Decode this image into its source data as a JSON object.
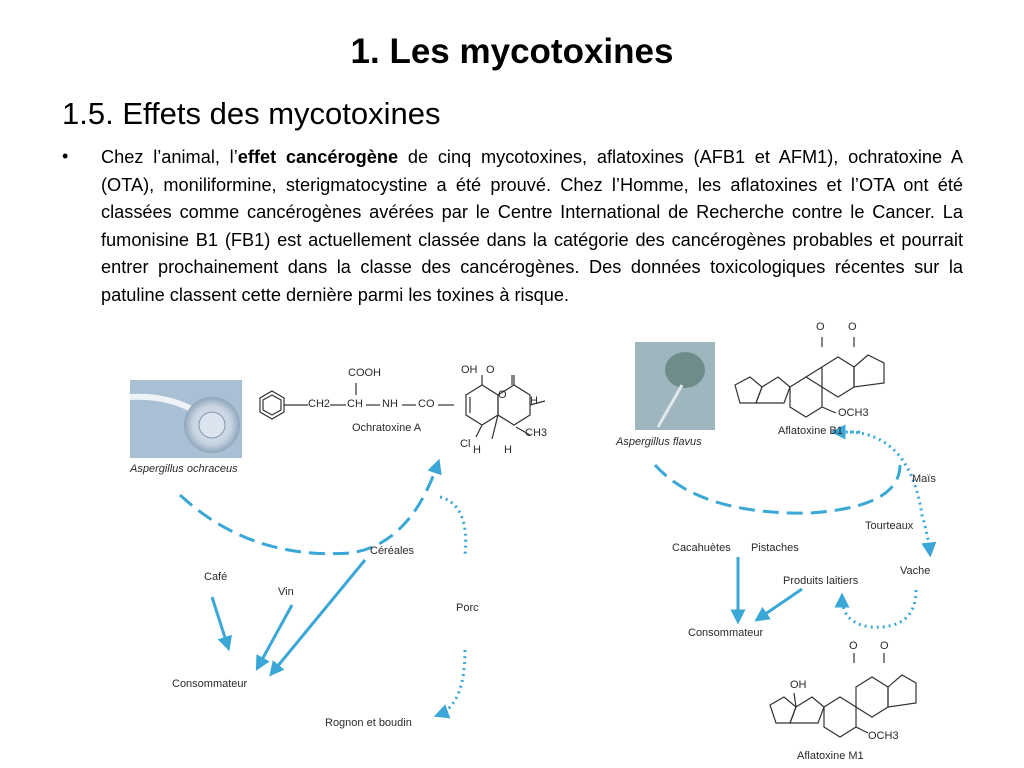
{
  "slide": {
    "title": "1. Les mycotoxines",
    "subtitle": "1.5. Effets des mycotoxines",
    "bullet_symbol": "•",
    "paragraph": {
      "pre": "Chez l’animal, l’",
      "bold": "effet cancérogène",
      "post": " de cinq mycotoxines, aflatoxines (AFB1 et AFM1), ochratoxine A (OTA), moniliformine, sterigmatocystine a été prouvé.  Chez l’Homme, les aflatoxines et l’OTA ont été classées comme cancérogènes avérées par le Centre International de Recherche contre le Cancer. La fumonisine B1 (FB1) est actuellement classée dans la catégorie des cancérogènes probables et pourrait entrer prochainement dans la classe des cancérogènes. Des données toxicologiques récentes sur la patuline classent cette dernière parmi les toxines à risque."
    }
  },
  "figure_left": {
    "organism": "Aspergillus ochraceus",
    "toxin": "Ochratoxine A",
    "chem": {
      "cooh": "COOH",
      "ch2": "CH2",
      "ch": "CH",
      "nh": "NH",
      "co": "CO",
      "oh": "OH",
      "o1": "O",
      "o2": "O",
      "h1": "H",
      "ch3": "CH3",
      "cl": "Cl",
      "h2": "H",
      "h3": "H"
    },
    "labels": {
      "cereales": "Céréales",
      "cafe": "Café",
      "vin": "Vin",
      "porc": "Porc",
      "consommateur": "Consommateur",
      "rognon": "Rognon et boudin"
    }
  },
  "figure_right": {
    "organism": "Aspergillus flavus",
    "toxin_b1": "Aflatoxine B1",
    "toxin_m1": "Aflatoxine M1",
    "chem": {
      "o": "O",
      "och3": "OCH3",
      "oh": "OH"
    },
    "labels": {
      "mais": "Maïs",
      "tourteaux": "Tourteaux",
      "vache": "Vache",
      "cacahuetes": "Cacahuètes",
      "pistaches": "Pistaches",
      "produits_laitiers": "Produits laitiers",
      "consommateur": "Consommateur"
    }
  },
  "colors": {
    "arrow": "#3aa7d6",
    "structure": "#333333",
    "fungus_bg": "#a9bfd3",
    "fungus_bg_right": "#9fb6be"
  },
  "icons": {
    "left_photo": "fungus-micrograph-ochraceus",
    "right_photo": "fungus-micrograph-flavus"
  }
}
